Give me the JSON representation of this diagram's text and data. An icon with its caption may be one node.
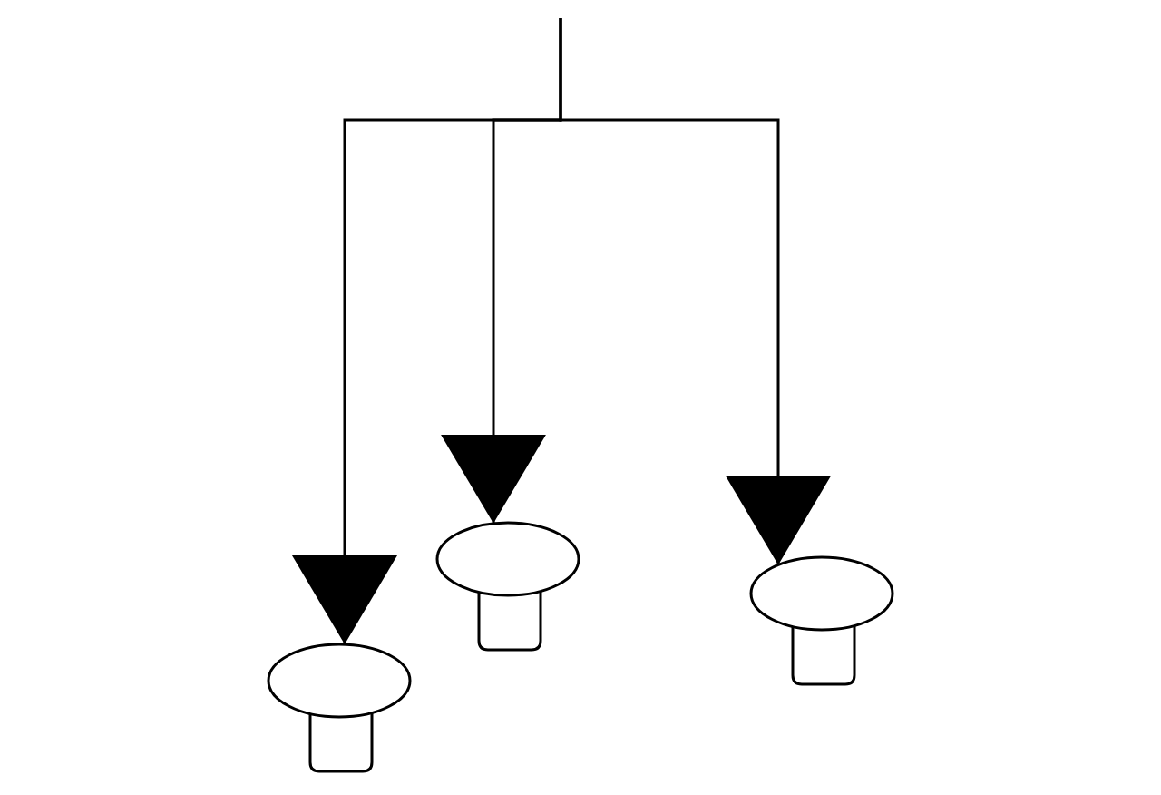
{
  "diagram": {
    "nodes": [
      {
        "text": [],
        "shape": "mushroom"
      },
      {
        "text": [],
        "shape": "mushroom"
      },
      {
        "text": [],
        "shape": "mushroom"
      }
    ],
    "edges": [
      {
        "from": null,
        "to": 0,
        "arrow": "to"
      },
      {
        "from": null,
        "to": 1,
        "arrow": "to"
      },
      {
        "from": null,
        "to": 2,
        "arrow": "to"
      }
    ]
  }
}
